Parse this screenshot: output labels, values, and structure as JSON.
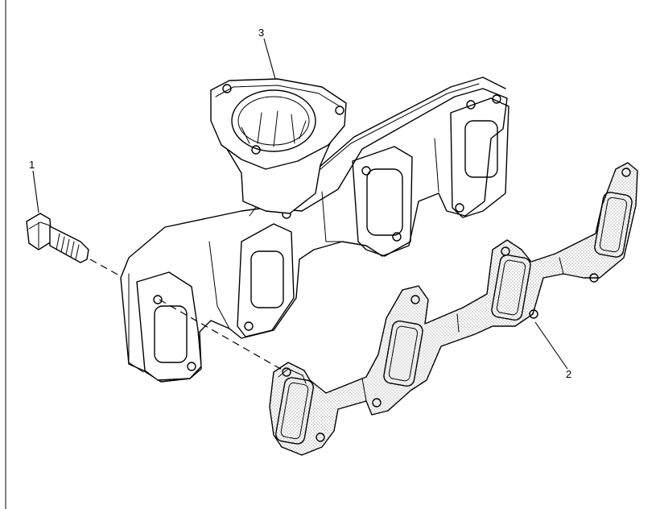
{
  "callouts": [
    {
      "id": "bolt",
      "label": "1"
    },
    {
      "id": "gasket",
      "label": "2"
    },
    {
      "id": "manifold",
      "label": "3"
    }
  ],
  "colors": {
    "line": "#000000",
    "background": "#ffffff",
    "stipple": "#555555"
  }
}
